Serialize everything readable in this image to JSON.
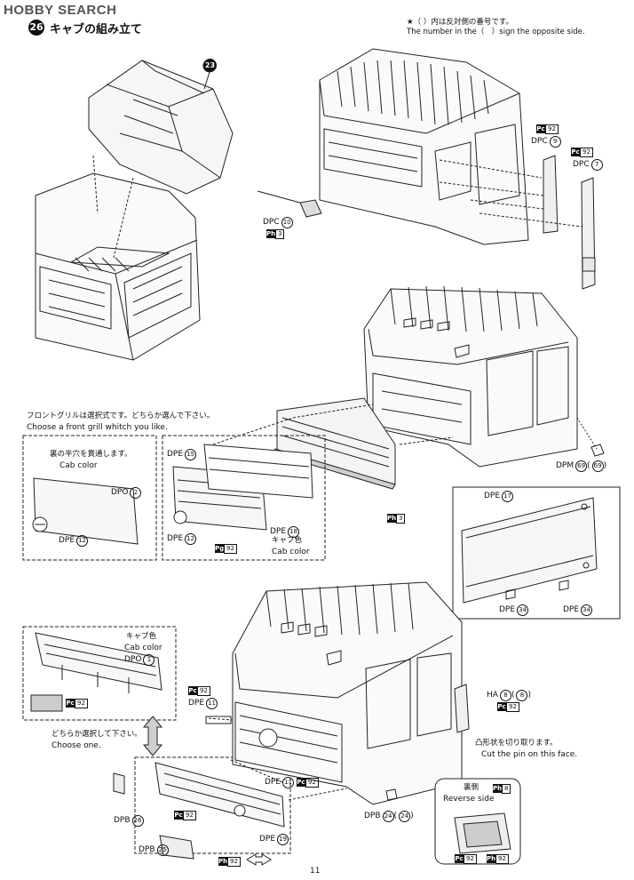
{
  "header": {
    "logo": "HOBBY SEARCH",
    "step_number": "26",
    "step_title": "キャブの組み立て",
    "note_jp": "★（ ）内は反対側の番号です。",
    "note_en": "The number in the（　）sign the opposite side."
  },
  "callouts": {
    "step23": "23",
    "dpc9": "DPC",
    "dpc9_num": "9",
    "pc92_a": "92",
    "dpc7": "DPC",
    "dpc7_num": "7",
    "pc92_b": "92",
    "dpc10": "DPC",
    "dpc10_num": "10",
    "ph3_a": "3",
    "grill_note_jp": "フロントグリルは選択式です。どちらか選んで下さい。",
    "grill_note_en": "Choose a front grill whitch you like.",
    "half_hole_jp": "裏の半穴を貫通します。",
    "cab_color": "Cab color",
    "dpo2": "DPO",
    "dpo2_num": "2",
    "dpe12_a": "DPE",
    "dpe12_a_num": "12",
    "dpe15": "DPE",
    "dpe15_num": "15",
    "dpe12_b": "DPE",
    "dpe12_b_num": "12",
    "pg92": "92",
    "dpe18": "DPE",
    "dpe18_num": "18",
    "cab_color_jp": "キャブ色",
    "cab_color_b": "Cab color",
    "ph3_b": "3",
    "dpm69": "DPM",
    "dpm69_num": "69",
    "dpm69_opp": "69",
    "dpe17": "DPE",
    "dpe17_num": "17",
    "dpe34_a": "DPE",
    "dpe34_a_num": "34",
    "dpe34_b": "DPE",
    "dpe34_b_num": "34",
    "cab_color_jp2": "キャブ色",
    "cab_color_c": "Cab color",
    "dpo1": "DPO",
    "dpo1_num": "1",
    "pc92_c": "92",
    "choose_jp": "どちらか選択して下さい。",
    "choose_en": "Choose one.",
    "pc92_d": "92",
    "dpe11_a": "DPE",
    "dpe11_a_num": "11",
    "ha8": "HA",
    "ha8_num": "8",
    "ha8_opp": "8",
    "pc92_e": "92",
    "cut_pin_jp": "凸形状を切り取ります。",
    "cut_pin_en": "Cut the pin on this face.",
    "dpe11_b": "DPE",
    "dpe11_b_num": "11",
    "pc92_f": "92",
    "reverse_jp": "裏側",
    "reverse_en": "Reverse side",
    "ph8": "8",
    "dpb26": "DPB",
    "dpb26_num": "26",
    "pc92_g": "92",
    "dpb24": "DPB",
    "dpb24_num": "24",
    "dpb24_opp": "24",
    "dpe19": "DPE",
    "dpe19_num": "19",
    "dpb25": "DPB",
    "dpb25_num": "25",
    "ph92": "92",
    "pc92_h": "92",
    "ph92_b": "92"
  },
  "badges": {
    "pc": "Pc",
    "ph": "Ph",
    "pg": "Pg"
  },
  "page_number": "11"
}
